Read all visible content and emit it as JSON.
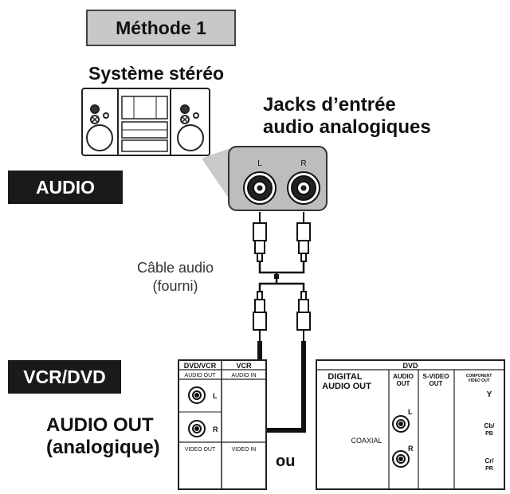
{
  "header": {
    "method_label": "Méthode 1"
  },
  "stereo": {
    "title": "Système stéréo"
  },
  "jacks": {
    "title_line1": "Jacks d’entrée",
    "title_line2": "audio analogiques",
    "left_label": "L",
    "right_label": "R"
  },
  "labels": {
    "audio": "AUDIO",
    "vcr_dvd": "VCR/DVD",
    "audio_out_line1": "AUDIO OUT",
    "audio_out_line2": "(analogique)",
    "cable_line1": "Câble audio",
    "cable_line2": "(fourni)",
    "or": "ou"
  },
  "vcr_panel": {
    "col1_header": "DVD/VCR",
    "col2_header": "VCR",
    "col1_sub": "AUDIO OUT",
    "col2_sub": "AUDIO IN",
    "jack_l": "L",
    "jack_r": "R",
    "col1_footer": "VIDEO OUT",
    "col2_footer": "VIDEO IN"
  },
  "dvd_panel": {
    "header": "DVD",
    "digital_line1": "DIGITAL",
    "digital_line2": "AUDIO OUT",
    "coaxial": "COAXIAL",
    "audio_line1": "AUDIO",
    "audio_line2": "OUT",
    "svideo_line1": "S-VIDEO",
    "svideo_line2": "OUT",
    "component_line1": "COMPONENT",
    "component_line2": "VIDEO OUT",
    "jack_l": "L",
    "jack_r": "R",
    "y": "Y",
    "cb": "Cb/",
    "pb": "PB",
    "cr": "Cr/",
    "pr": "PR"
  }
}
